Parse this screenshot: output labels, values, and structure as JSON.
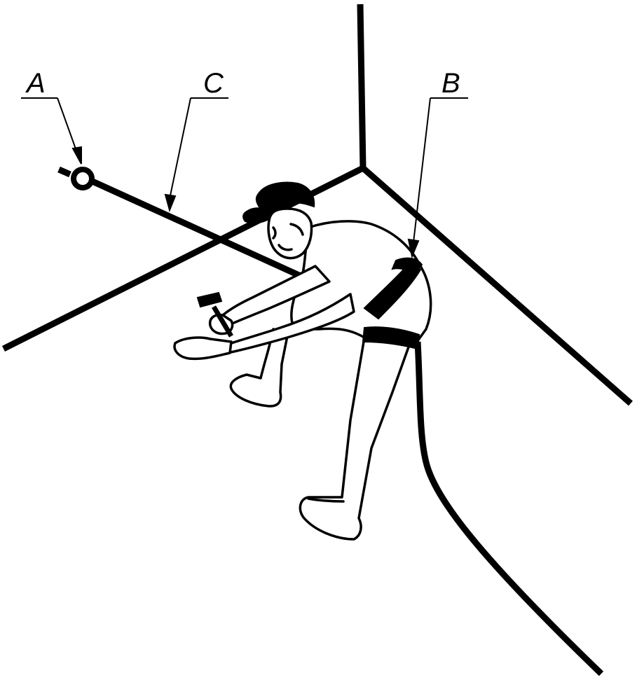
{
  "labels": {
    "anchor": "A",
    "harness": "B",
    "lanyard": "C"
  },
  "colors": {
    "ink": "#000000",
    "paper": "#ffffff"
  }
}
